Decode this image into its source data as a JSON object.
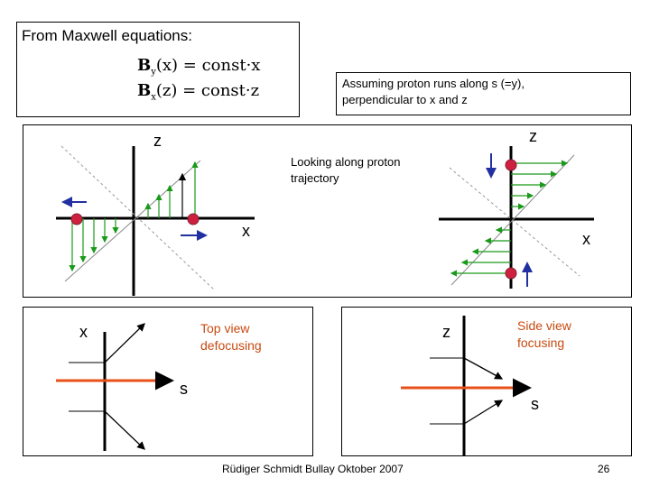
{
  "top_box": {
    "title": "From Maxwell equations:",
    "eq1": "B_y(x) = const · x",
    "eq2": "B_x(z) = const · z",
    "assumption_line1": "Assuming proton runs along s (=y),",
    "assumption_line2": "perpendicular to x and z"
  },
  "middle_panel": {
    "z_left": "z",
    "z_right": "z",
    "looking_line1": "Looking along proton",
    "looking_line2": "trajectory",
    "x_left": "x",
    "x_right": "x"
  },
  "bottom_left": {
    "x_label": "x",
    "caption_line1": "Top view",
    "caption_line2": "defocusing",
    "s_label": "s"
  },
  "bottom_right": {
    "z_label": "z",
    "caption_line1": "Side view",
    "caption_line2": "focusing",
    "s_label": "s"
  },
  "footer": {
    "author": "Rüdiger Schmidt  Bullay Oktober 2007",
    "page": "26"
  },
  "colors": {
    "field_arrow": "#1a9a1a",
    "proton": "#d02040",
    "force_arrow": "#2030a0",
    "beam": "#e8501a",
    "caption": "#c84a10"
  }
}
